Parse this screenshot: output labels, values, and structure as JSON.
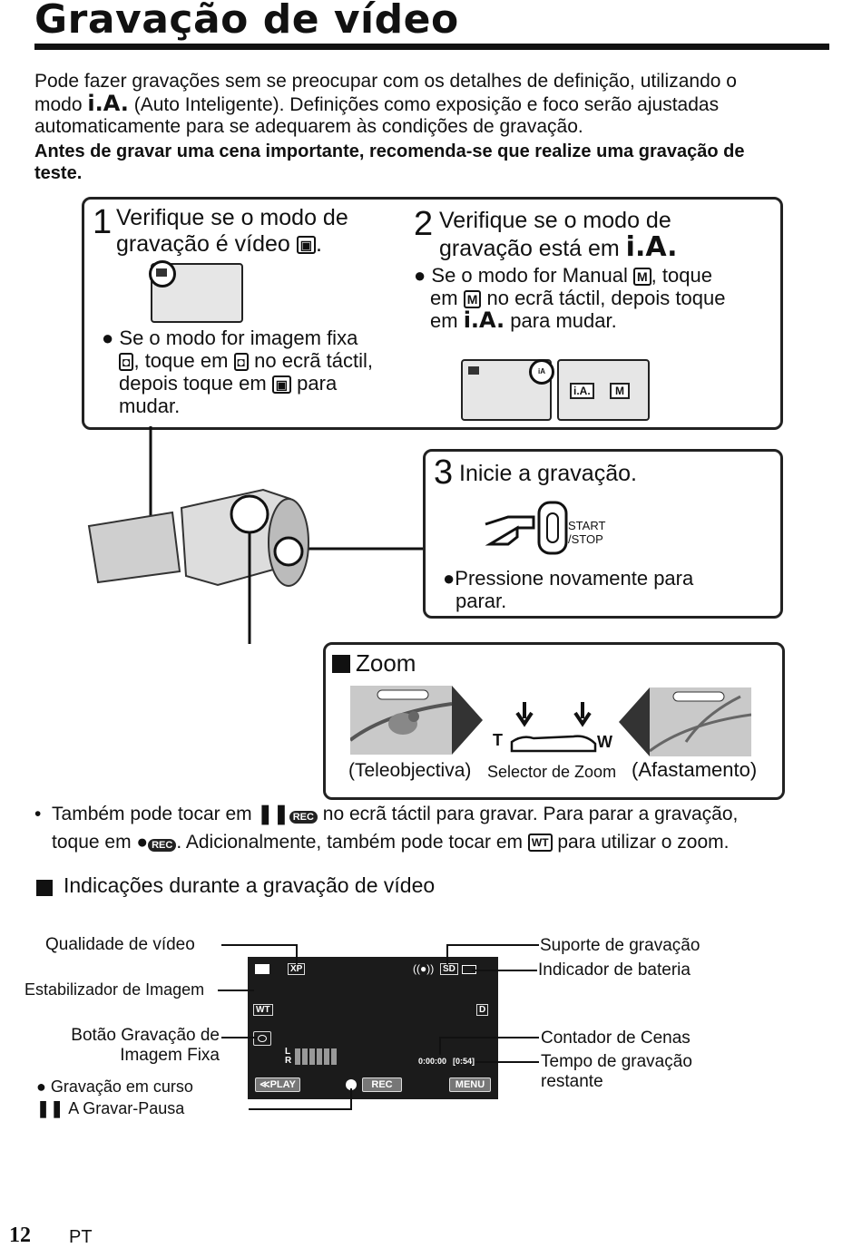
{
  "title": "Gravação de vídeo",
  "intro": {
    "p1_a": "Pode fazer gravações sem se preocupar com os detalhes de definição, utilizando o",
    "p1_b_pre": "modo",
    "ia": "i.A.",
    "p1_b_post": "(Auto Inteligente). Definições como exposição e foco serão ajustadas",
    "p1_c": "automaticamente para se adequarem às condições de gravação.",
    "warn_a": "Antes de gravar uma cena importante, recomenda-se que realize uma gravação de",
    "warn_b": "teste."
  },
  "step1": {
    "num": "1",
    "title_a": "Verifique se o modo de",
    "title_b": "gravação é vídeo",
    "bullet_a": "Se o modo for imagem fixa",
    "bullet_b1": ", toque em",
    "bullet_b2": "no ecrã táctil,",
    "bullet_c1": "depois toque em",
    "bullet_c2": "para",
    "bullet_d": "mudar."
  },
  "step2": {
    "num": "2",
    "title_a": "Verifique se o modo de",
    "title_b": "gravação está em",
    "ia": "i.A.",
    "bullet_a1": "Se o modo for Manual",
    "bullet_a2": ", toque",
    "bullet_b1": "em",
    "bullet_b2": "no ecrã táctil, depois toque",
    "bullet_c1": "em",
    "bullet_c2": "para mudar.",
    "m_icon": "M",
    "ia_btn": "i.A.",
    "m_btn": "M"
  },
  "step3": {
    "num": "3",
    "title": "Inicie a gravação.",
    "start_a": "START",
    "start_b": "/STOP",
    "bullet_a": "Pressione novamente para",
    "bullet_b": "parar."
  },
  "zoom": {
    "title": "Zoom",
    "tele": "(Teleobjectiva)",
    "selector": "Selector de Zoom",
    "wide": "(Afastamento)",
    "t": "T",
    "w": "W"
  },
  "note": {
    "a1": "Também pode tocar em",
    "rec": "REC",
    "a2": "no ecrã táctil para gravar. Para parar a gravação,",
    "b1": "toque em",
    "b2": ". Adicionalmente, também pode tocar em",
    "wt": "WT",
    "b3": "para utilizar o zoom."
  },
  "indications": {
    "title": "Indicações durante a gravação de vídeo",
    "left": {
      "quality": "Qualidade de vídeo",
      "stabilizer": "Estabilizador de Imagem",
      "still_a": "Botão Gravação de",
      "still_b": "Imagem Fixa",
      "recording": "Gravação em curso",
      "pause": "A Gravar-Pausa"
    },
    "right": {
      "media": "Suporte de gravação",
      "battery": "Indicador de bateria",
      "scene": "Contador de Cenas",
      "remaining_a": "Tempo de gravação",
      "remaining_b": "restante"
    },
    "screen": {
      "xp": "XP",
      "sd": "SD",
      "wt": "WT",
      "d": "D",
      "l": "L",
      "r": "R",
      "counter": "0:00:00",
      "remaining": "[0:54]",
      "play": "≪PLAY",
      "rec": "REC",
      "menu": "MENU"
    }
  },
  "footer": {
    "page": "12",
    "lang": "PT"
  }
}
